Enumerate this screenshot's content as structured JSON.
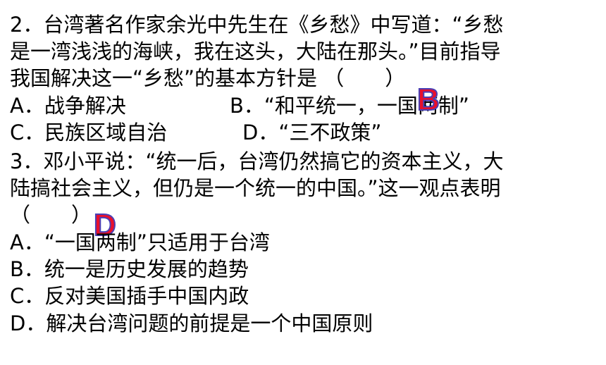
{
  "q2": {
    "line1": "2．台湾著名作家余光中先生在《乡愁》中写道：“乡愁",
    "line2": "是一湾浅浅的海峡，我在这头，大陆在那头。”目前指导",
    "line3": "我国解决这一“乡愁”的基本方针是 （　　）",
    "opt_a": "A．战争解决",
    "opt_b": "B．“和平统一，一国两制”",
    "opt_c": " C．民族区域自治",
    "opt_d": "D．“三不政策”",
    "answer": "B",
    "answer_color": "#e8102c"
  },
  "q3": {
    "line1": "3．邓小平说：“统一后，台湾仍然搞它的资本主义，大",
    "line2": "陆搞社会主义，但仍是一个统一的中国。”这一观点表明",
    "line3": "（　　）",
    "opt_a": "A．“一国两制”只适用于台湾",
    "opt_b": "B．统一是历史发展的趋势",
    "opt_c": "C．反对美国插手中国内政",
    "opt_d": "D．解决台湾问题的前提是一个中国原则",
    "answer": "D",
    "answer_color": "#e8102c"
  }
}
